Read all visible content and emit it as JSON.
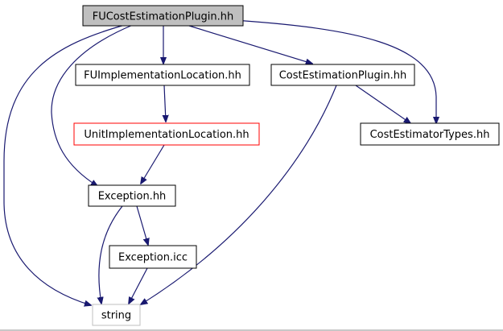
{
  "nodes": {
    "fu_cost_estimation_plugin": "FUCostEstimationPlugin.hh",
    "fu_implementation_location": "FUImplementationLocation.hh",
    "cost_estimation_plugin": "CostEstimationPlugin.hh",
    "unit_implementation_location": "UnitImplementationLocation.hh",
    "cost_estimator_types": "CostEstimatorTypes.hh",
    "exception_hh": "Exception.hh",
    "exception_icc": "Exception.icc",
    "string": "string"
  },
  "colors": {
    "edge": "#191970",
    "root_fill": "#bfbfbf",
    "node_border": "#000000",
    "highlight_border": "#ff0000",
    "external_border": "#bfbfbf"
  }
}
